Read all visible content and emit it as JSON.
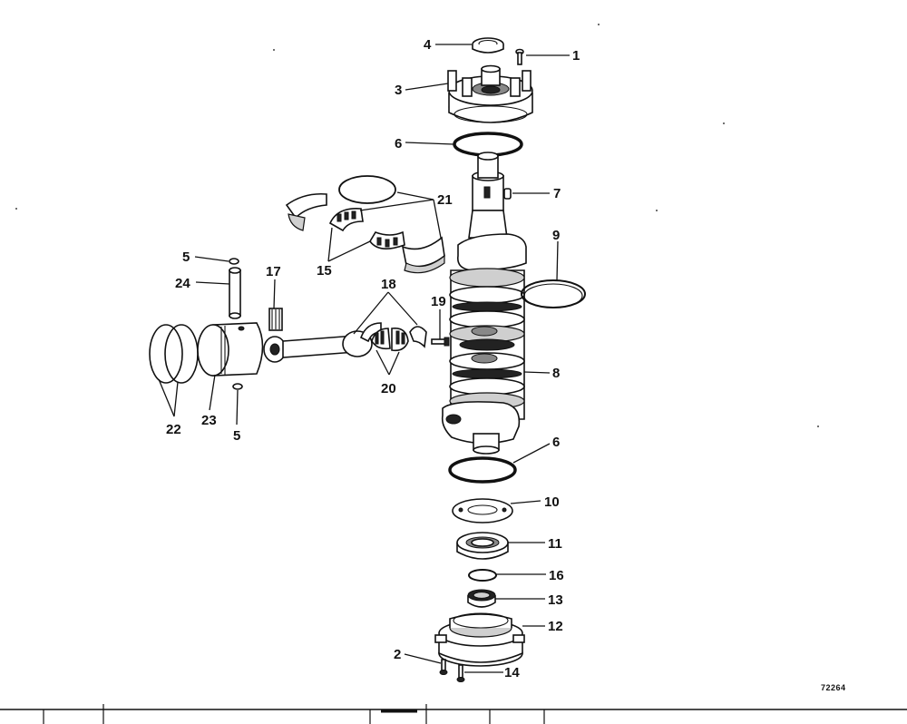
{
  "figure_code": "72264",
  "callouts": {
    "c1": "1",
    "c2": "2",
    "c3": "3",
    "c4": "4",
    "c5a": "5",
    "c5b": "5",
    "c6a": "6",
    "c6b": "6",
    "c7": "7",
    "c8": "8",
    "c9": "9",
    "c10": "10",
    "c11": "11",
    "c12": "12",
    "c13": "13",
    "c14": "14",
    "c15": "15",
    "c16": "16",
    "c17": "17",
    "c18": "18",
    "c19": "19",
    "c20": "20",
    "c21": "21",
    "c22": "22",
    "c23": "23",
    "c24": "24"
  }
}
